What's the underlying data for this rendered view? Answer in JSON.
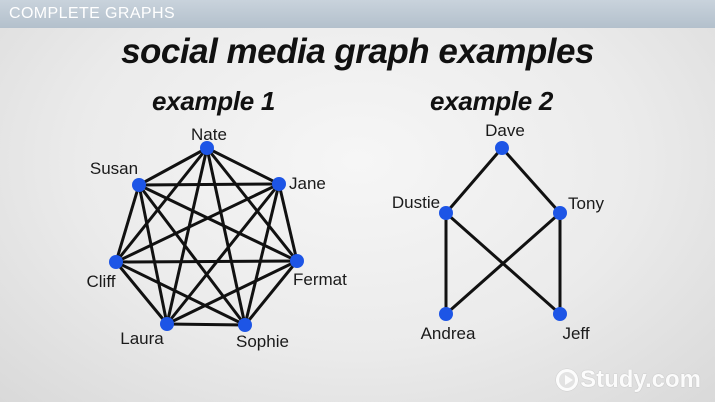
{
  "header": {
    "section_label": "COMPLETE GRAPHS"
  },
  "title": "social media graph examples",
  "colors": {
    "node": "#1d55e6",
    "edge": "#111111",
    "header_bar": "#c2cdd7"
  },
  "examples": [
    {
      "title": "example 1",
      "nodes": [
        "Nate",
        "Jane",
        "Fermat",
        "Sophie",
        "Laura",
        "Cliff",
        "Susan"
      ],
      "edges": [
        [
          "Nate",
          "Jane"
        ],
        [
          "Nate",
          "Fermat"
        ],
        [
          "Nate",
          "Sophie"
        ],
        [
          "Nate",
          "Laura"
        ],
        [
          "Nate",
          "Cliff"
        ],
        [
          "Nate",
          "Susan"
        ],
        [
          "Jane",
          "Fermat"
        ],
        [
          "Jane",
          "Sophie"
        ],
        [
          "Jane",
          "Laura"
        ],
        [
          "Jane",
          "Cliff"
        ],
        [
          "Jane",
          "Susan"
        ],
        [
          "Fermat",
          "Sophie"
        ],
        [
          "Fermat",
          "Laura"
        ],
        [
          "Fermat",
          "Cliff"
        ],
        [
          "Fermat",
          "Susan"
        ],
        [
          "Sophie",
          "Laura"
        ],
        [
          "Sophie",
          "Cliff"
        ],
        [
          "Sophie",
          "Susan"
        ],
        [
          "Laura",
          "Cliff"
        ],
        [
          "Laura",
          "Susan"
        ],
        [
          "Cliff",
          "Susan"
        ]
      ]
    },
    {
      "title": "example 2",
      "nodes": [
        "Dave",
        "Dustie",
        "Tony",
        "Andrea",
        "Jeff"
      ],
      "edges": [
        [
          "Dave",
          "Dustie"
        ],
        [
          "Dave",
          "Tony"
        ],
        [
          "Dustie",
          "Andrea"
        ],
        [
          "Dustie",
          "Jeff"
        ],
        [
          "Tony",
          "Andrea"
        ],
        [
          "Tony",
          "Jeff"
        ]
      ]
    }
  ],
  "watermark": {
    "text": "Study.com",
    "icon": "play-circle-icon"
  }
}
